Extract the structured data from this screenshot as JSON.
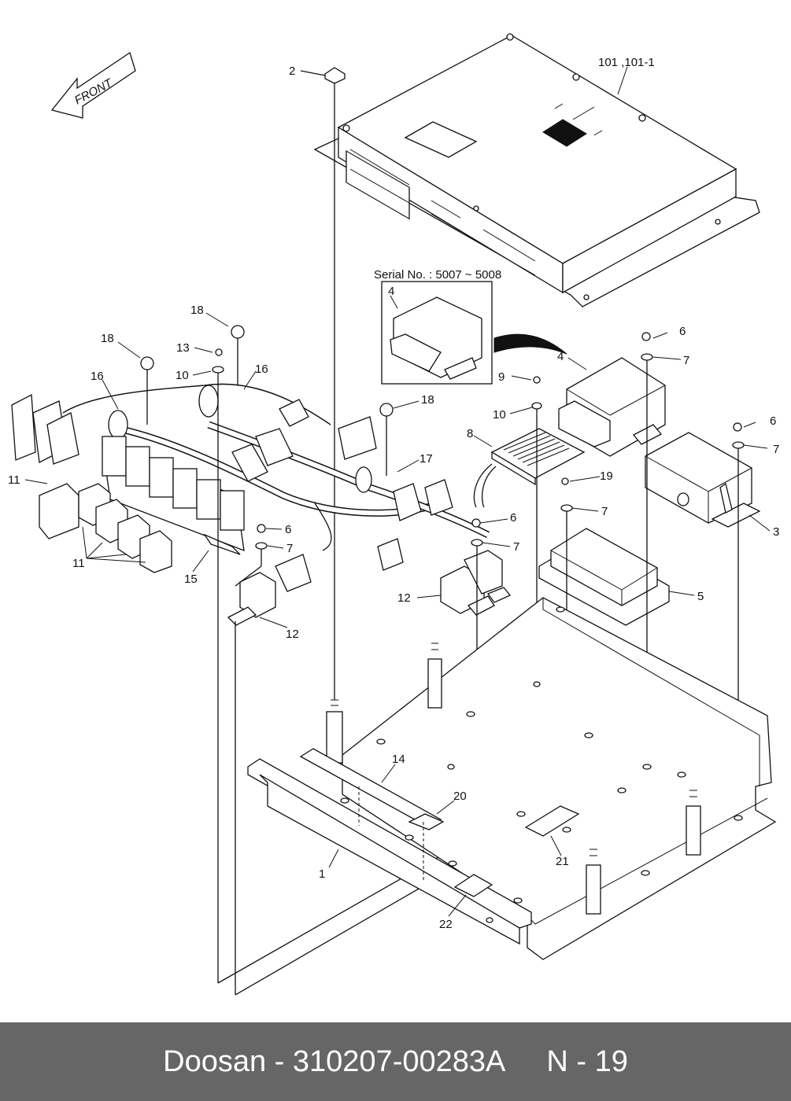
{
  "diagram": {
    "front_label": "FRONT",
    "serial_note": "Serial No. : 5007 ~ 5008",
    "callouts": {
      "c101": "101 ,101-1",
      "c2": "2",
      "c4a": "4",
      "c4b": "4",
      "c18a": "18",
      "c18b": "18",
      "c18c": "18",
      "c13": "13",
      "c10a": "10",
      "c10b": "10",
      "c16a": "16",
      "c16b": "16",
      "c9": "9",
      "c6a": "6",
      "c6b": "6",
      "c6c": "6",
      "c6d": "6",
      "c7a": "7",
      "c7b": "7",
      "c7c": "7",
      "c7d": "7",
      "c7e": "7",
      "c8": "8",
      "c17": "17",
      "c19": "19",
      "c3": "3",
      "c5": "5",
      "c11a": "11",
      "c11b": "11",
      "c15": "15",
      "c12a": "12",
      "c12b": "12",
      "c14": "14",
      "c20": "20",
      "c1": "1",
      "c21": "21",
      "c22": "22"
    }
  },
  "footer": {
    "brand": "Doosan",
    "separator": " - ",
    "part_number": "310207-00283A",
    "page_code": "N - 19"
  }
}
